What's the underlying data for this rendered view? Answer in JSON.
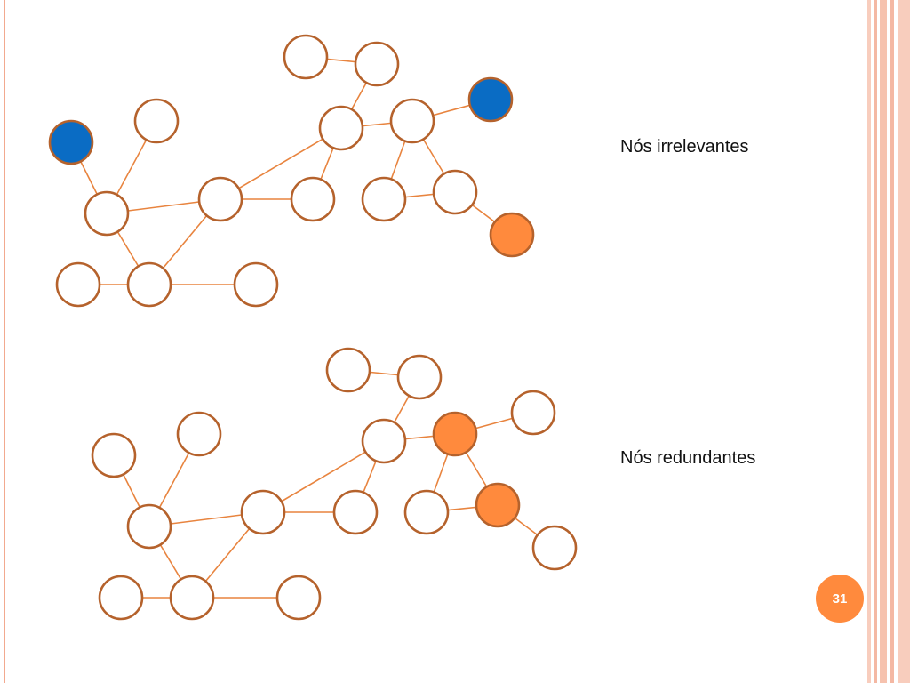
{
  "labels": {
    "irrelevant_nodes": "Nós irrelevantes",
    "redundant_nodes": "Nós redundantes"
  },
  "page_number": "31",
  "colors": {
    "node_default": "#ffffff",
    "node_irrelevant": "#0a6cc4",
    "node_redundant": "#ff8a3d",
    "node_stroke": "#b5622c",
    "edge": "#e8843f",
    "accent_band": "#f4b8a3"
  },
  "graphs": [
    {
      "id": "irrelevant",
      "highlight_color": "#0a6cc4",
      "nodes": [
        {
          "id": "a"
        },
        {
          "id": "b"
        },
        {
          "id": "c"
        },
        {
          "id": "d"
        },
        {
          "id": "e"
        },
        {
          "id": "f",
          "highlight": true
        },
        {
          "id": "g"
        },
        {
          "id": "h"
        },
        {
          "id": "i"
        },
        {
          "id": "j"
        },
        {
          "id": "k"
        },
        {
          "id": "l"
        },
        {
          "id": "m"
        },
        {
          "id": "n",
          "highlight": true,
          "highlight_color": "#ff8a3d"
        },
        {
          "id": "o"
        },
        {
          "id": "p"
        },
        {
          "id": "q",
          "highlight": true
        }
      ],
      "edges": [
        [
          "a",
          "b"
        ],
        [
          "b",
          "c"
        ],
        [
          "c",
          "d"
        ],
        [
          "c",
          "e"
        ],
        [
          "d",
          "e"
        ],
        [
          "c",
          "i"
        ],
        [
          "i",
          "h"
        ],
        [
          "g",
          "j"
        ],
        [
          "f",
          "j"
        ],
        [
          "j",
          "i"
        ],
        [
          "j",
          "o"
        ],
        [
          "o",
          "p"
        ],
        [
          "p",
          "q"
        ],
        [
          "o",
          "k"
        ],
        [
          "e",
          "l"
        ],
        [
          "l",
          "m"
        ],
        [
          "m",
          "n"
        ]
      ]
    },
    {
      "id": "redundant",
      "highlight_color": "#ff8a3d",
      "nodes": [
        {
          "id": "a"
        },
        {
          "id": "b"
        },
        {
          "id": "c",
          "highlight": true
        },
        {
          "id": "d"
        },
        {
          "id": "e",
          "highlight": true
        },
        {
          "id": "f"
        },
        {
          "id": "g"
        },
        {
          "id": "h"
        },
        {
          "id": "i"
        },
        {
          "id": "j"
        },
        {
          "id": "k"
        },
        {
          "id": "l",
          "highlight": true
        },
        {
          "id": "m"
        },
        {
          "id": "n"
        },
        {
          "id": "o"
        },
        {
          "id": "p"
        },
        {
          "id": "q"
        }
      ],
      "edges": [
        [
          "a",
          "b"
        ],
        [
          "b",
          "c"
        ],
        [
          "c",
          "d"
        ],
        [
          "c",
          "e"
        ],
        [
          "d",
          "e"
        ],
        [
          "c",
          "i"
        ],
        [
          "i",
          "h"
        ],
        [
          "g",
          "j"
        ],
        [
          "f",
          "j"
        ],
        [
          "j",
          "i"
        ],
        [
          "j",
          "o"
        ],
        [
          "o",
          "p"
        ],
        [
          "p",
          "q"
        ],
        [
          "o",
          "k"
        ],
        [
          "e",
          "l"
        ],
        [
          "l",
          "m"
        ],
        [
          "m",
          "n"
        ]
      ]
    }
  ]
}
